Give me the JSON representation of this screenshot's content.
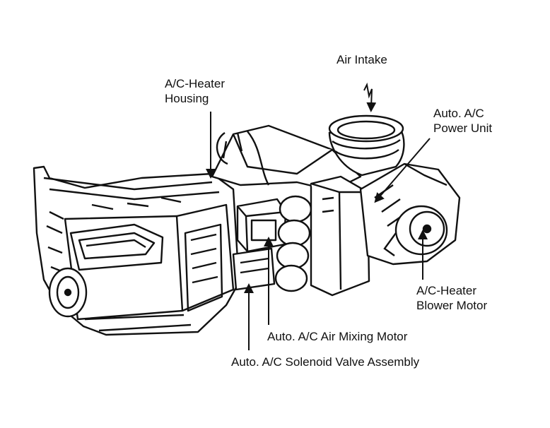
{
  "labels": {
    "air_intake": "Air Intake",
    "housing_line1": "A/C-Heater",
    "housing_line2": "Housing",
    "power_unit_line1": "Auto. A/C",
    "power_unit_line2": "Power Unit",
    "blower_line1": "A/C-Heater",
    "blower_line2": "Blower Motor",
    "air_mixing_motor": "Auto. A/C Air Mixing Motor",
    "solenoid_valve": "Auto. A/C Solenoid Valve Assembly"
  },
  "colors": {
    "ink": "#111111",
    "paper": "#ffffff"
  }
}
